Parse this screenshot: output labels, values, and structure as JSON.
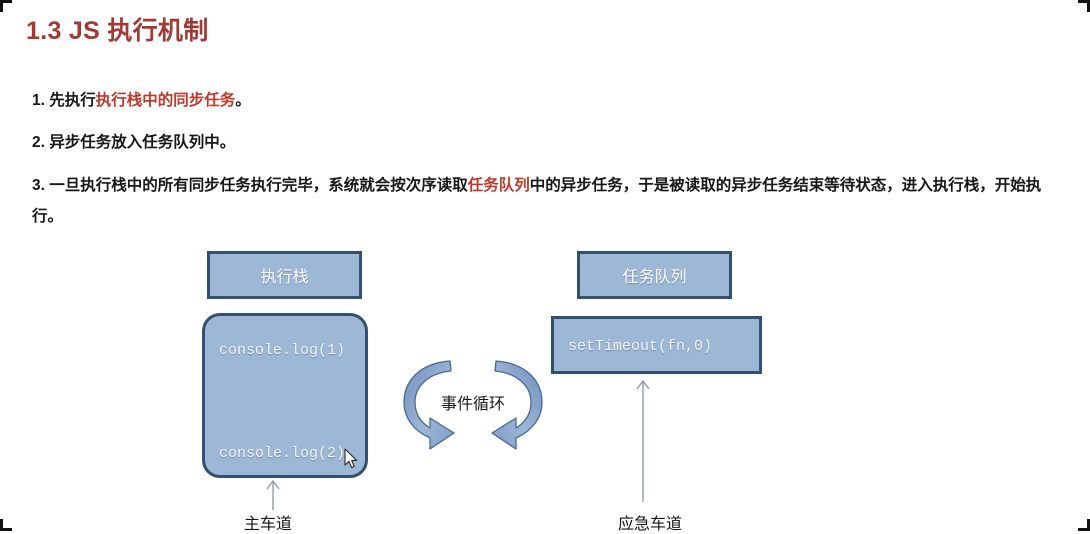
{
  "page": {
    "title": "1.3 JS 执行机制"
  },
  "steps": [
    {
      "num": "1.",
      "parts": [
        {
          "text": "先执行",
          "style": "normal"
        },
        {
          "text": "执行栈中的同步任务",
          "style": "highlight"
        },
        {
          "text": "。",
          "style": "normal"
        }
      ]
    },
    {
      "num": "2.",
      "parts": [
        {
          "text": "异步任务放入任务队列中。",
          "style": "normal"
        }
      ]
    },
    {
      "num": "3.",
      "parts": [
        {
          "text": "一旦执行栈中的所有同步任务执行完毕，系统就会按次序读取",
          "style": "normal"
        },
        {
          "text": "任务队列",
          "style": "highlight"
        },
        {
          "text": "中的异步任务，于是被读取的异步任务结束等待状态，进入执行栈，开始执行。",
          "style": "normal"
        }
      ]
    }
  ],
  "step_text": {
    "s1_num": "1.",
    "s1_a": "先执行",
    "s1_hl": "执行栈中的同步任务",
    "s1_b": "。",
    "s2_num": "2.",
    "s2_a": "异步任务放入任务队列中。",
    "s3_num": "3.",
    "s3_a": "一旦执行栈中的所有同步任务执行完毕，系统就会按次序读取",
    "s3_hl": "任务队列",
    "s3_b": "中的异步任务，于是被读取的异步任务结束等待状态，进入执行栈，开始执行。"
  },
  "diagram": {
    "stack_header_label": "执行栈",
    "queue_header_label": "任务队列",
    "stack_code_line_1": "console.log(1)",
    "stack_code_line_2": "console.log(2)",
    "queue_code": "setTimeout(fn,0)",
    "event_loop_label": "事件循环",
    "caption_main_lane": "主车道",
    "caption_emergency_lane": "应急车道"
  },
  "colors": {
    "title": "#a13a32",
    "highlight": "#c0392b",
    "node_fill": "#9db7d7",
    "node_border": "#34506f",
    "node_text": "#ffffff",
    "arrow_line": "#8a98aa",
    "loop_arrow_fill": "#8fabcd",
    "loop_arrow_stroke": "#4a6party"
  }
}
